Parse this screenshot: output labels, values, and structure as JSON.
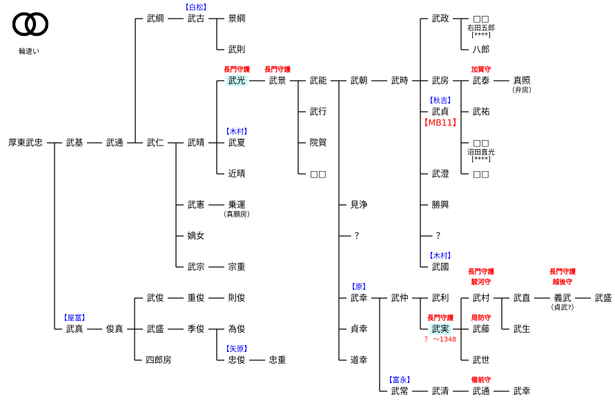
{
  "crest": {
    "label": "輪違い",
    "icon": "wachigai-crest-icon"
  },
  "colors": {
    "clan_label": "#0000ff",
    "title_label": "#ff0000",
    "highlight": "#ccf9fb",
    "line": "#000000"
  },
  "nodes": [
    {
      "name": "厚東武忠"
    },
    {
      "name": "武基"
    },
    {
      "name": "武通"
    },
    {
      "name": "武綱"
    },
    {
      "name": "武古",
      "clan": "【白松】"
    },
    {
      "name": "景綱"
    },
    {
      "name": "武則"
    },
    {
      "name": "武仁"
    },
    {
      "name": "武晴"
    },
    {
      "name": "武光",
      "titles": [
        "長門守護"
      ],
      "highlight": true
    },
    {
      "name": "武夏",
      "clan": "【木村】"
    },
    {
      "name": "近晴"
    },
    {
      "name": "武景",
      "titles": [
        "長門守護"
      ]
    },
    {
      "name": "武能"
    },
    {
      "name": "武行"
    },
    {
      "name": "院賀"
    },
    {
      "name": "□□"
    },
    {
      "name": "武憲"
    },
    {
      "name": "乗運",
      "note": "（真願房）"
    },
    {
      "name": "嫡女"
    },
    {
      "name": "武宗"
    },
    {
      "name": "宗重"
    },
    {
      "name": "武朝"
    },
    {
      "name": "見浄"
    },
    {
      "name": "？"
    },
    {
      "name": "武幸",
      "clan": "【原】"
    },
    {
      "name": "貞幸"
    },
    {
      "name": "道幸"
    },
    {
      "name": "武時"
    },
    {
      "name": "武政"
    },
    {
      "name": "□□",
      "note": "右田五郎",
      "note2": "[****]"
    },
    {
      "name": "八郎"
    },
    {
      "name": "武房"
    },
    {
      "name": "武泰",
      "titles": [
        "加賀守"
      ]
    },
    {
      "name": "真照",
      "note": "（弁房）"
    },
    {
      "name": "武貞",
      "clan": "【秋吉】",
      "tag": "【MB11】"
    },
    {
      "name": "武祐"
    },
    {
      "name": "□□",
      "note": "沼田直光",
      "note2": "[****]"
    },
    {
      "name": "□□"
    },
    {
      "name": "武澄"
    },
    {
      "name": "勝興"
    },
    {
      "name": "？"
    },
    {
      "name": "武國",
      "clan": "【木村】"
    },
    {
      "name": "武仲"
    },
    {
      "name": "武利"
    },
    {
      "name": "武実",
      "titles": [
        "長門守護"
      ],
      "dates": "？ ～1348",
      "highlight": true
    },
    {
      "name": "武村",
      "titles": [
        "長門守護",
        "駿河守"
      ]
    },
    {
      "name": "武藤",
      "titles": [
        "周防守"
      ]
    },
    {
      "name": "武世"
    },
    {
      "name": "武直"
    },
    {
      "name": "武生"
    },
    {
      "name": "義武",
      "titles": [
        "長門守護",
        "越後守"
      ],
      "note": "（貞武?）"
    },
    {
      "name": "武盛"
    },
    {
      "name": "武常",
      "clan": "【富永】"
    },
    {
      "name": "武清"
    },
    {
      "name": "武通",
      "titles": [
        "備前守"
      ]
    },
    {
      "name": "武幸"
    },
    {
      "name": "武真",
      "clan": "【屋富】"
    },
    {
      "name": "俊真"
    },
    {
      "name": "武俊"
    },
    {
      "name": "重俊"
    },
    {
      "name": "則俊"
    },
    {
      "name": "武盛"
    },
    {
      "name": "季俊"
    },
    {
      "name": "為俊"
    },
    {
      "name": "忠俊",
      "clan": "【矢原】"
    },
    {
      "name": "忠重"
    },
    {
      "name": "四郎房"
    }
  ]
}
